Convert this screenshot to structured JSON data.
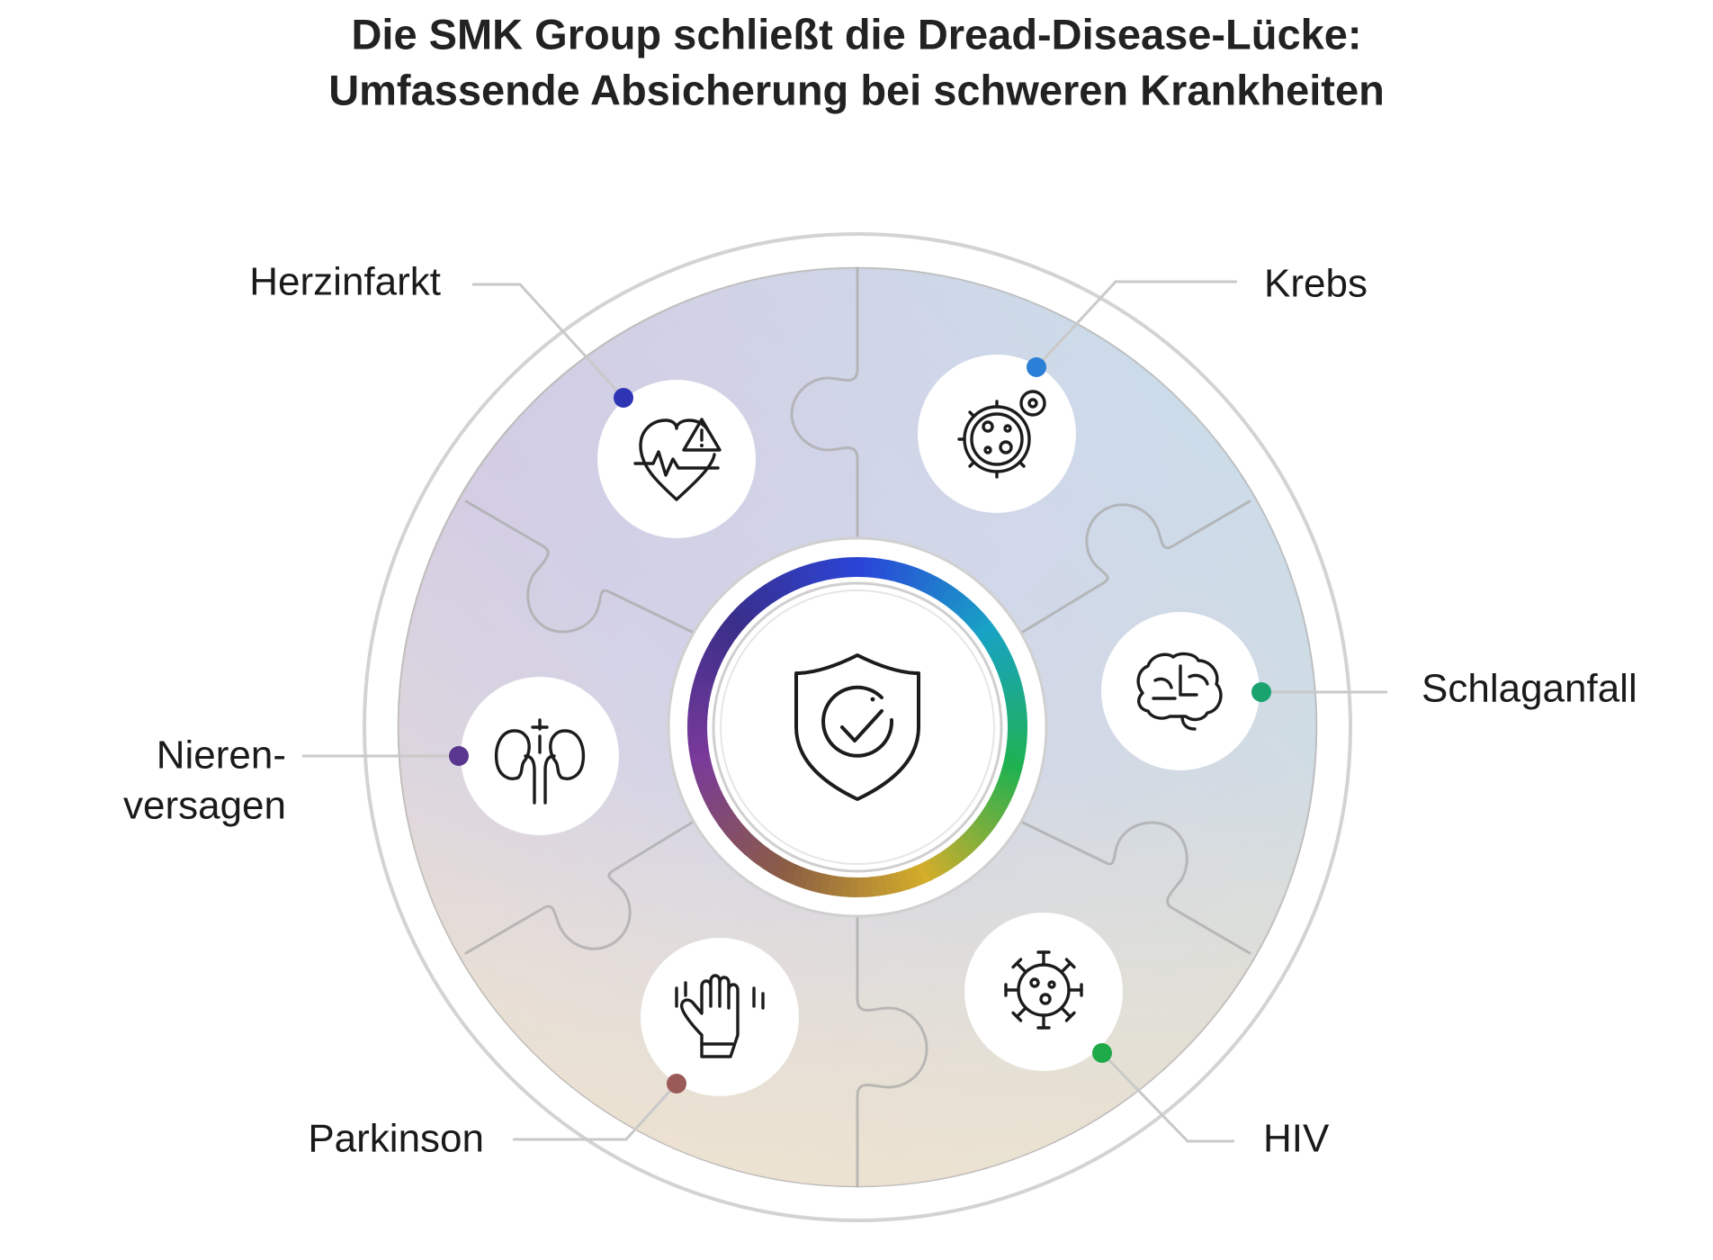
{
  "title": {
    "line1": "Die SMK Group schließt die Dread-Disease-Lücke:",
    "line2": "Umfassende Absicherung bei schweren Krankheiten"
  },
  "center": {
    "icon": "shield-check-icon",
    "ring_colors": [
      "#2a44d8",
      "#18a2c6",
      "#1fb150",
      "#d4ad2a",
      "#8a5d44",
      "#7a3a9a",
      "#3a2f8a"
    ]
  },
  "diseases": [
    {
      "id": "herzinfarkt",
      "label_lines": [
        "Herzinfarkt"
      ],
      "icon": "heart-warning-icon",
      "dot_color": "#2e35b5"
    },
    {
      "id": "krebs",
      "label_lines": [
        "Krebs"
      ],
      "icon": "cancer-cell-icon",
      "dot_color": "#2b7fd6"
    },
    {
      "id": "schlaganfall",
      "label_lines": [
        "Schlaganfall"
      ],
      "icon": "brain-icon",
      "dot_color": "#1aa36f"
    },
    {
      "id": "hiv",
      "label_lines": [
        "HIV"
      ],
      "icon": "virus-icon",
      "dot_color": "#1faa49"
    },
    {
      "id": "parkinson",
      "label_lines": [
        "Parkinson"
      ],
      "icon": "trembling-hand-icon",
      "dot_color": "#9a5a58"
    },
    {
      "id": "nierenversagen",
      "label_lines": [
        "Nieren-",
        "versagen"
      ],
      "icon": "kidneys-icon",
      "dot_color": "#5b3690"
    }
  ]
}
